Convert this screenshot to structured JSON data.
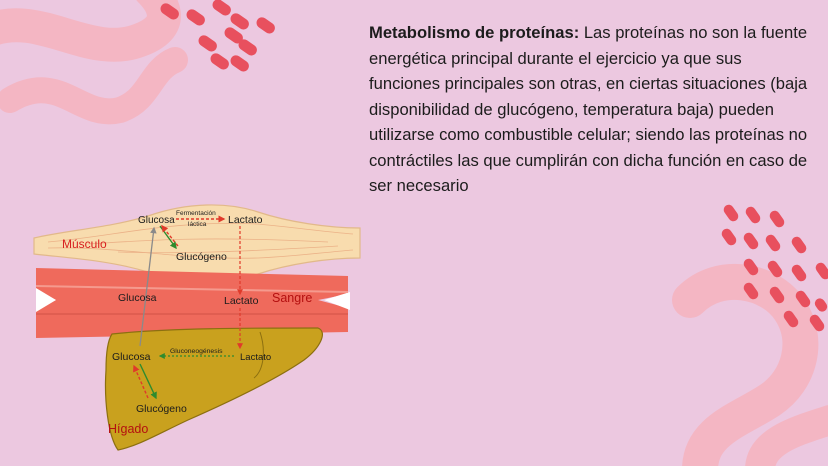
{
  "paragraph": {
    "heading": "Metabolismo de proteínas:",
    "body": " Las proteínas no son la fuente energética principal durante el ejercicio ya que sus funciones principales son otras, en ciertas situaciones (baja disponibilidad de glucógeno, temperatura baja) pueden utilizarse como combustible celular; siendo las proteínas no contráctiles las que cumplirán con dicha función en caso de ser necesario"
  },
  "diagram": {
    "muscle": {
      "label": "Músculo",
      "glucose": "Glucosa",
      "process_line1": "Fermentación",
      "process_line2": "láctica",
      "lactate": "Lactato",
      "glycogen": "Glucógeno"
    },
    "blood": {
      "label": "Sangre",
      "glucose": "Glucosa",
      "lactate": "Lactato"
    },
    "liver": {
      "label": "Hígado",
      "glucose": "Glucosa",
      "process": "Gluconeogénesis",
      "lactate": "Lactato",
      "glycogen": "Glucógeno"
    }
  },
  "colors": {
    "background": "#ecc8e0",
    "decor_wave": "#f4b6c3",
    "decor_dots": "#e8505e",
    "muscle": "#f8dcae",
    "blood_vessel": "#ef6a5c",
    "liver": "#c9a11e",
    "label_red": "#d81f1f",
    "arrow_red": "#e03a2a",
    "arrow_green": "#2e8b2e"
  }
}
